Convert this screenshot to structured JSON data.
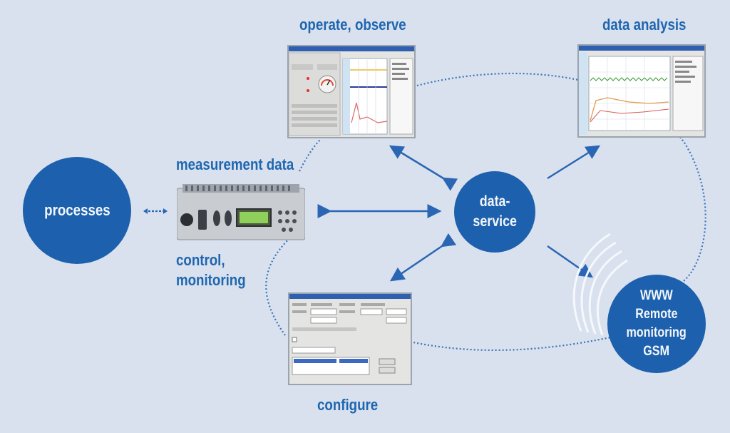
{
  "labels": {
    "operate_observe": "operate, observe",
    "data_analysis": "data analysis",
    "measurement_data": "measurement data",
    "control_monitoring_line1": "control,",
    "control_monitoring_line2": "monitoring",
    "configure": "configure"
  },
  "nodes": {
    "processes": "processes",
    "data_service_line1": "data-",
    "data_service_line2": "service",
    "www_line1": "WWW",
    "www_line2": "Remote",
    "www_line3": "monitoring",
    "www_line4": "GSM"
  },
  "colors": {
    "background": "#d9e1ee",
    "node_fill": "#1d60ad",
    "label_text": "#1f66b0",
    "connector": "#2a66b3"
  }
}
